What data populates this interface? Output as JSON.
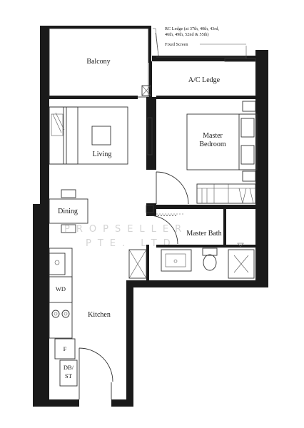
{
  "rooms": {
    "balcony": "Balcony",
    "ac_ledge": "A/C Ledge",
    "living": "Living",
    "master_bedroom_line1": "Master",
    "master_bedroom_line2": "Bedroom",
    "dining": "Dining",
    "master_bath": "Master Bath",
    "kitchen": "Kitchen",
    "wd": "WD",
    "fridge": "F",
    "dbst_line1": "DB/",
    "dbst_line2": "ST"
  },
  "notes": {
    "rc_ledge_line1": "RC Ledge (at 37th, 40th, 43rd,",
    "rc_ledge_line2": "46th, 49th, 52nd & 55th)",
    "fixed_screen": "Fixed Screen"
  },
  "watermark": {
    "line1": "PROPSELLER",
    "line2": "PTE. LTD."
  }
}
